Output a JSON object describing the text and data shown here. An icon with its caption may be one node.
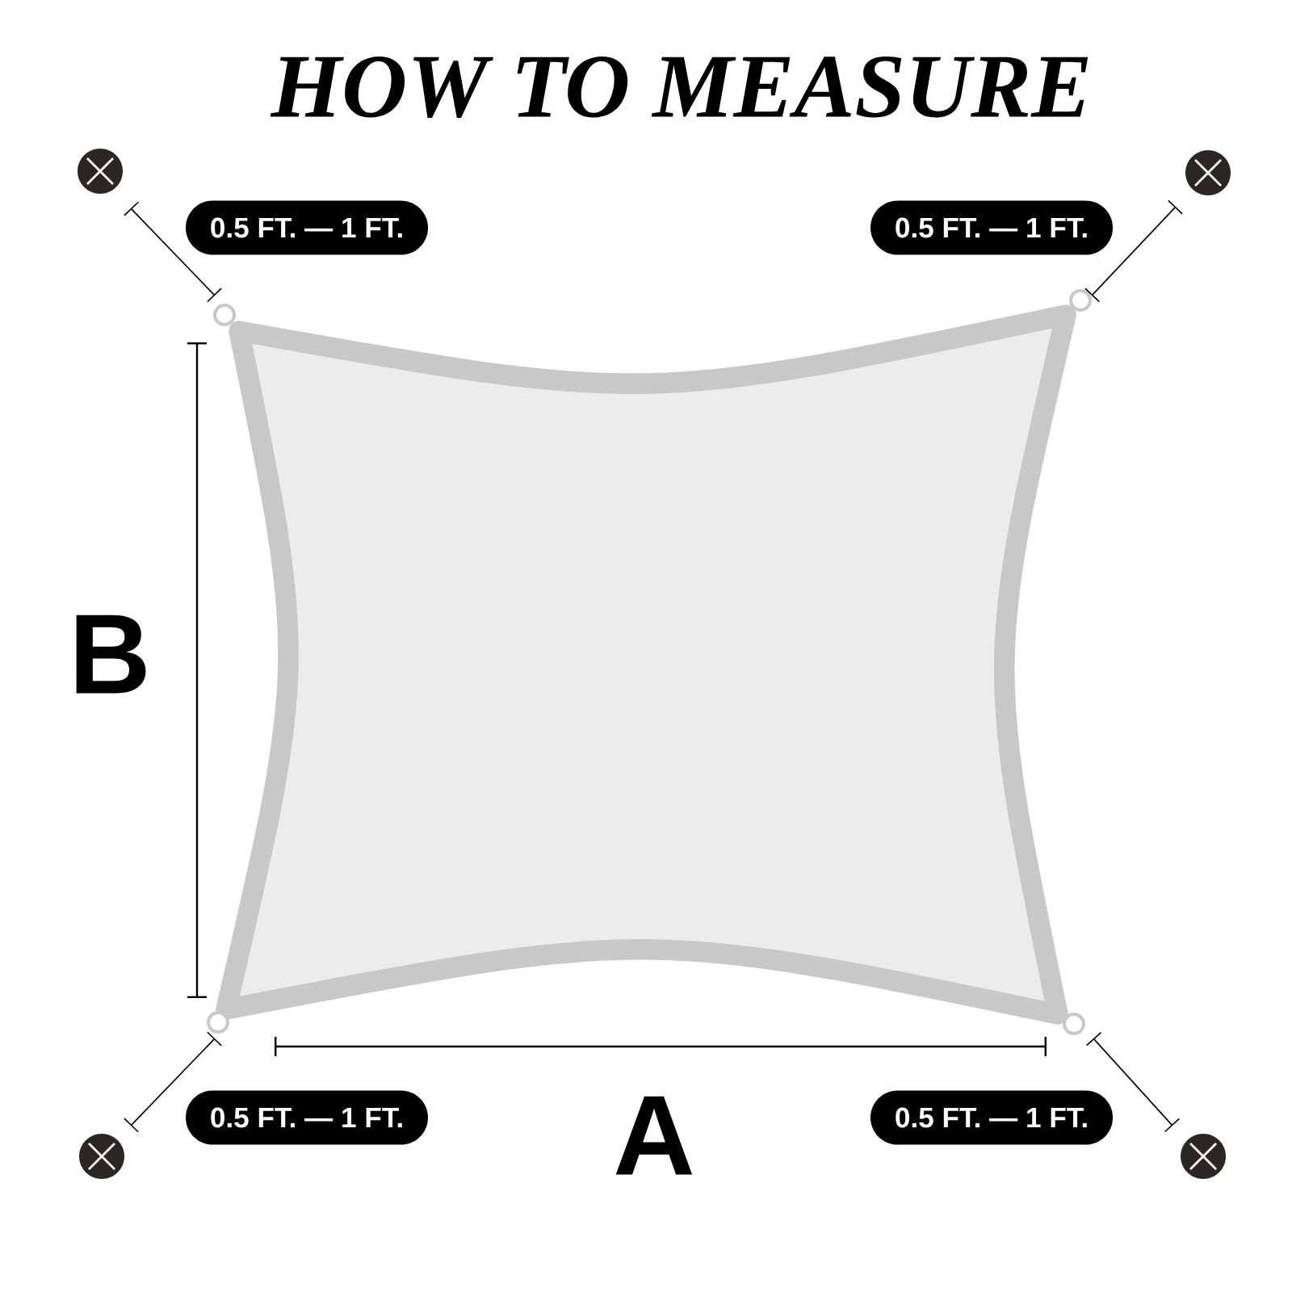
{
  "diagram": {
    "title": "HOW TO MEASURE",
    "labels": [
      "0.5 FT. — 1 FT.",
      "0.5 FT. — 1 FT.",
      "B",
      "0.5 FT. — 1 FT.",
      "A",
      "0.5 FT. — 1 FT."
    ]
  }
}
